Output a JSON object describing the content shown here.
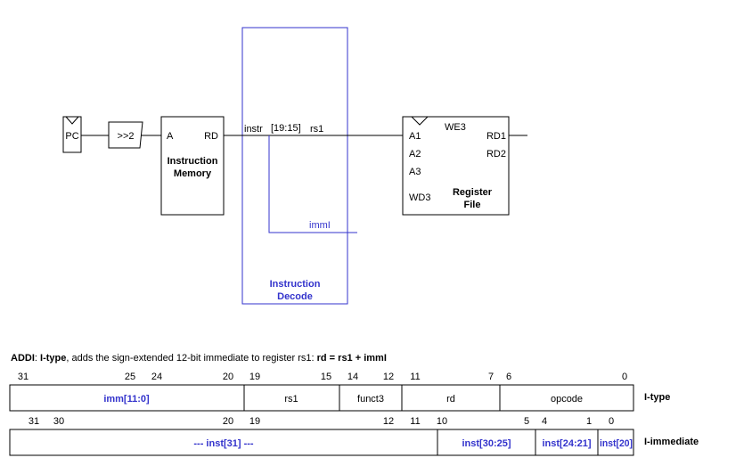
{
  "diagram": {
    "pc_label": "PC",
    "shift_label": ">>2",
    "imem": {
      "port_a": "A",
      "port_rd": "RD",
      "title_line1": "Instruction",
      "title_line2": "Memory"
    },
    "decode": {
      "instr_label": "instr",
      "field_label": "[19:15]",
      "rs1_label": "rs1",
      "imm_label": "immI",
      "title_line1": "Instruction",
      "title_line2": "Decode"
    },
    "regfile": {
      "we3": "WE3",
      "a1": "A1",
      "a2": "A2",
      "a3": "A3",
      "wd3": "WD3",
      "rd1": "RD1",
      "rd2": "RD2",
      "title_line1": "Register",
      "title_line2": "File"
    }
  },
  "caption": {
    "instr_name": "ADDI",
    "sep": ": ",
    "type": "I-type",
    "desc": ", adds the sign-extended 12-bit immediate to register rs1: ",
    "formula": "rd = rs1 + immI"
  },
  "itype_table": {
    "bit_labels": [
      "31",
      "25",
      "24",
      "20",
      "19",
      "15",
      "14",
      "12",
      "11",
      "7",
      "6",
      "0"
    ],
    "fields": [
      "imm[11:0]",
      "rs1",
      "funct3",
      "rd",
      "opcode"
    ],
    "row_label": "I-type"
  },
  "iimm_table": {
    "bit_labels": [
      "31",
      "30",
      "20",
      "19",
      "12",
      "11",
      "10",
      "5",
      "4",
      "1",
      "0"
    ],
    "fields": [
      "--- inst[31] ---",
      "inst[30:25]",
      "inst[24:21]",
      "inst[20]"
    ],
    "row_label": "I-immediate"
  }
}
